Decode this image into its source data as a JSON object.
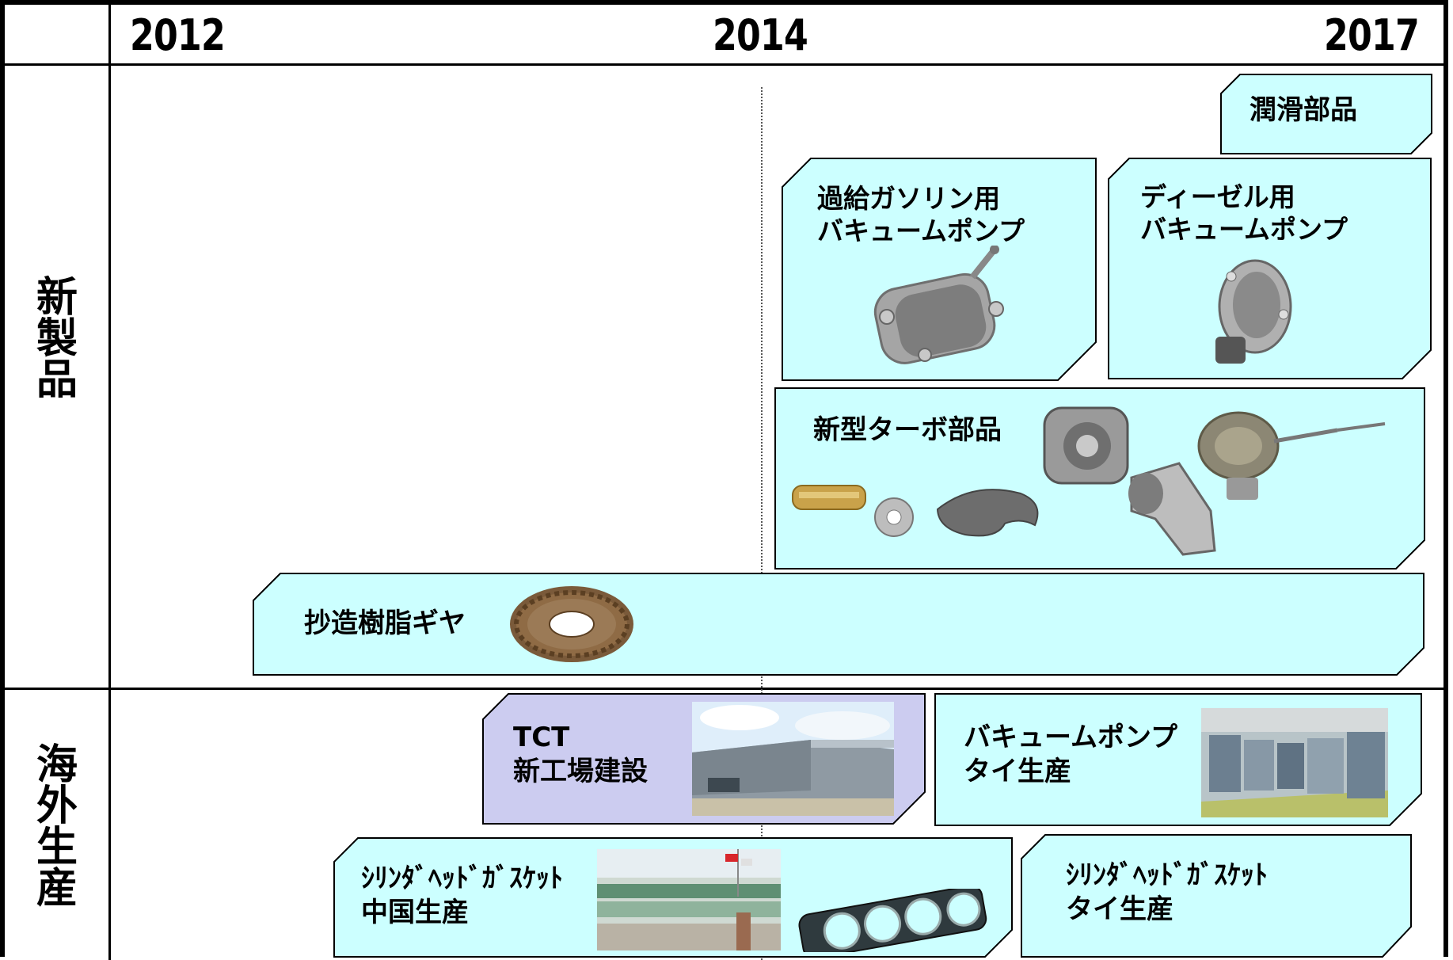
{
  "timeline": {
    "years": [
      "2012",
      "2014",
      "2017"
    ]
  },
  "rows": {
    "new_products": {
      "label": [
        "新",
        "製",
        "品"
      ]
    },
    "overseas": {
      "label": [
        "海",
        "外",
        "生",
        "産"
      ]
    }
  },
  "items": {
    "lubrication": {
      "lines": [
        "潤滑部品"
      ]
    },
    "gasoline_pump": {
      "lines": [
        "過給ガソリン用",
        "バキュームポンプ"
      ]
    },
    "diesel_pump": {
      "lines": [
        "ディーゼル用",
        "バキュームポンプ"
      ]
    },
    "turbo": {
      "lines": [
        "新型ターボ部品"
      ]
    },
    "resin_gear": {
      "lines": [
        "抄造樹脂ギヤ"
      ]
    },
    "tct": {
      "lines": [
        "TCT",
        "新工場建設"
      ]
    },
    "vacuum_thai": {
      "lines": [
        "バキュームポンプ",
        "タイ生産"
      ]
    },
    "gasket_china": {
      "lines": [
        "ｼﾘﾝﾀﾞﾍｯﾄﾞｶﾞｽｹｯﾄ",
        "中国生産"
      ]
    },
    "gasket_thai": {
      "lines": [
        "ｼﾘﾝﾀﾞﾍｯﾄﾞｶﾞｽｹｯﾄ",
        "タイ生産"
      ]
    }
  },
  "colors": {
    "product_fill": "#ccffff",
    "facility_fill": "#ccccf0",
    "border": "#000000"
  }
}
